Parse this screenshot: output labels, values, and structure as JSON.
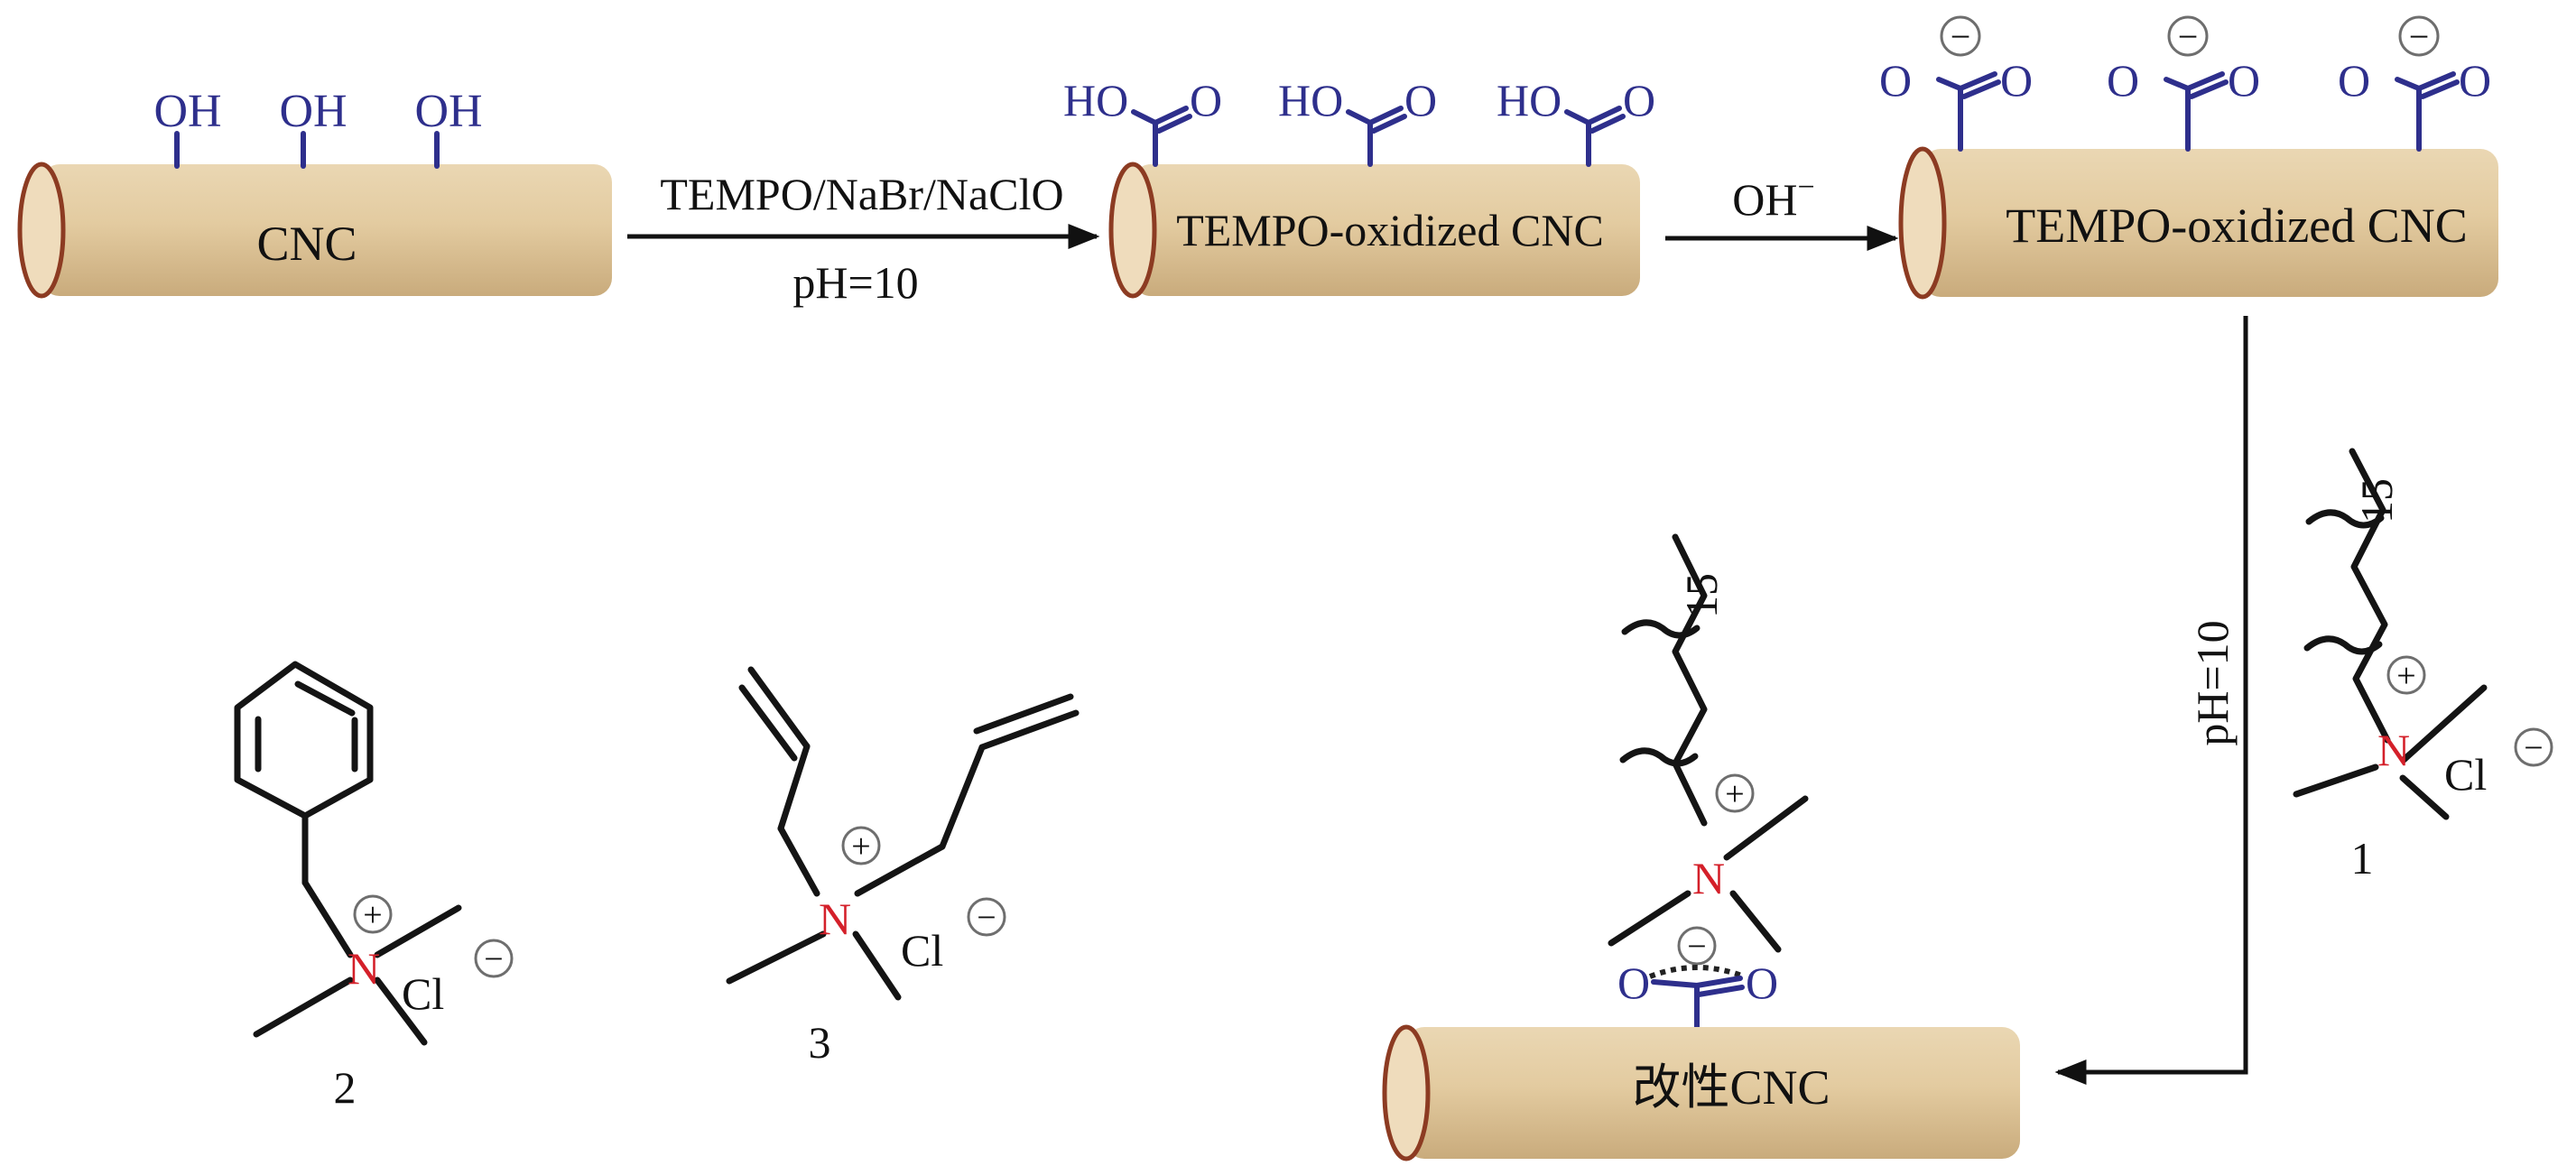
{
  "labels": {
    "cnc": "CNC",
    "oxidized": "TEMPO-oxidized CNC",
    "modified": "改性CNC"
  },
  "reagents": {
    "step1_top": "TEMPO/NaBr/NaClO",
    "step1_bottom": "pH=10",
    "step2": "OH",
    "step2_sup": "−",
    "step3": "pH=10"
  },
  "atoms": {
    "oh": "OH",
    "ho": "HO",
    "o": "O",
    "n": "N",
    "cl": "Cl",
    "plus": "+",
    "minus": "−"
  },
  "chain_repeat": "15",
  "compounds": [
    "1",
    "2",
    "3"
  ],
  "colors": {
    "functional_group": "#2e2f8c",
    "nitrogen": "#d4202a",
    "rod": "#e2caa0"
  }
}
